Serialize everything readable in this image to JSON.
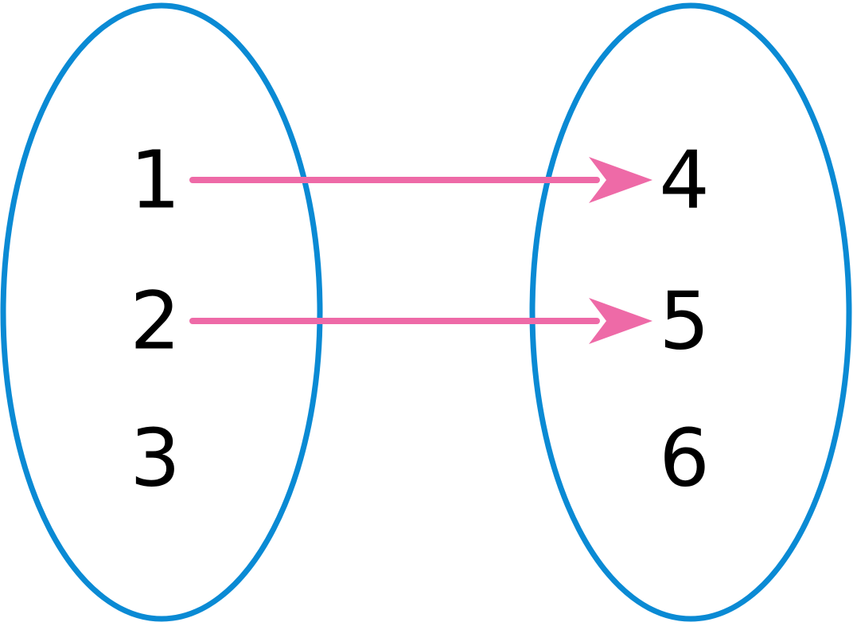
{
  "colors": {
    "set_outline": "#0a8ad4",
    "arrow": "#ee6aa7",
    "text": "#000000",
    "background": "#ffffff"
  },
  "domain_set": {
    "elements": [
      "1",
      "2",
      "3"
    ]
  },
  "codomain_set": {
    "elements": [
      "4",
      "5",
      "6"
    ]
  },
  "mappings": [
    {
      "from": "1",
      "to": "4"
    },
    {
      "from": "2",
      "to": "5"
    }
  ]
}
